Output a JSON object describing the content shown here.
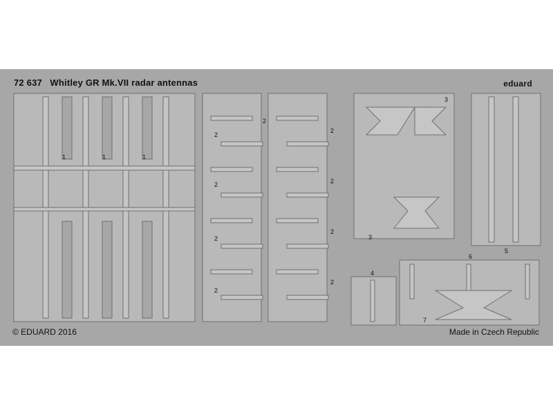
{
  "product": {
    "code": "72 637",
    "title": "Whitley GR Mk.VII radar antennas",
    "brand": "eduard",
    "copyright": "© EDUARD 2016",
    "origin": "Made in Czech Republic"
  },
  "part_numbers": [
    "1",
    "2",
    "3",
    "4",
    "5",
    "6",
    "7"
  ],
  "colors": {
    "fret": "#a7a7a7",
    "part": "#b9b9b9",
    "edge": "#6f6f6f",
    "background": "#ffffff"
  }
}
